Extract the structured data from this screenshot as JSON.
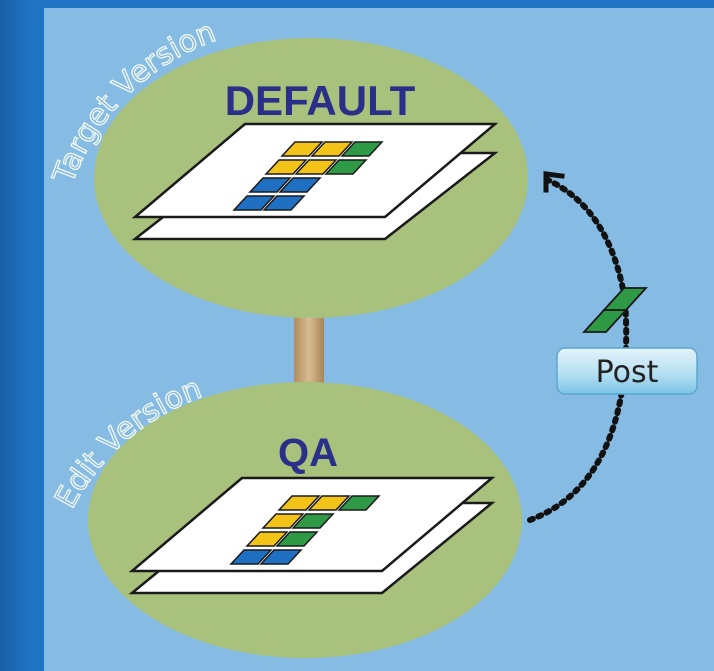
{
  "diagram": {
    "target": {
      "role_label": "Target Version",
      "name": "DEFAULT"
    },
    "edit": {
      "role_label": "Edit Version",
      "name": "QA"
    },
    "post_label": "Post",
    "colors": {
      "background": "#1f74c4",
      "panel": "#86bce4",
      "ellipse": "#a8c17c",
      "connector": "#c8a880",
      "label_text": "#2a2f8a",
      "cell_yellow": "#f3c318",
      "cell_green": "#2e9a45",
      "cell_blue": "#1f6fc2"
    }
  }
}
